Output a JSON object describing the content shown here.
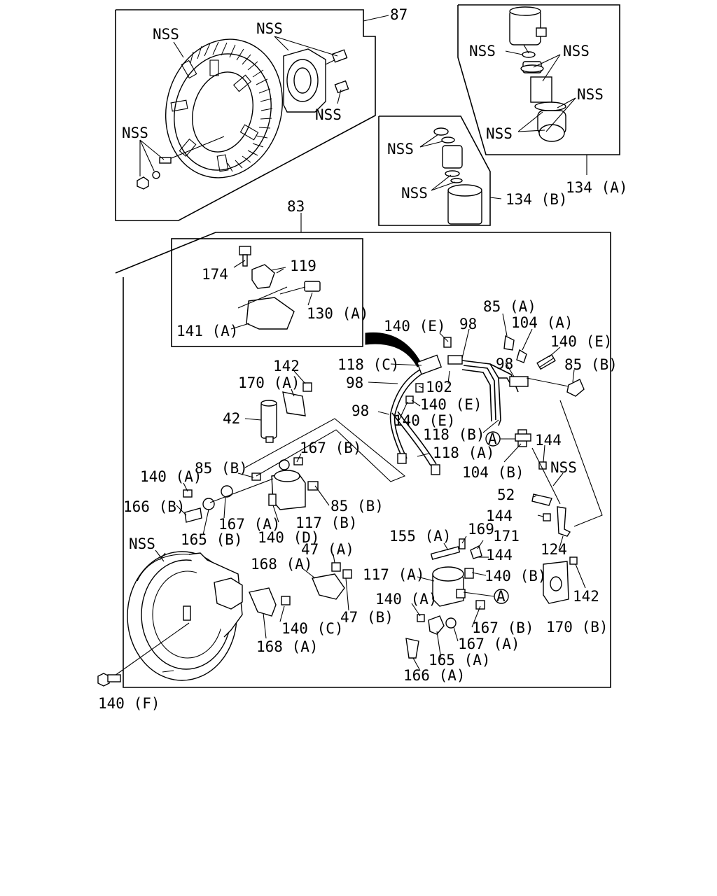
{
  "labels": {
    "l87": "87",
    "l83": "83",
    "l134a": "134 (A)",
    "l134b": "134 (B)",
    "nss": "NSS",
    "l174": "174",
    "l119": "119",
    "l130a": "130 (A)",
    "l141a": "141 (A)",
    "l140e": "140 (E)",
    "l98": "98",
    "l85a": "85 (A)",
    "l104a": "104 (A)",
    "l118c": "118 (C)",
    "l102": "102",
    "l85b": "85 (B)",
    "l118b": "118 (B)",
    "l118a": "118 (A)",
    "l142": "142",
    "l170a": "170 (A)",
    "l42": "42",
    "l167b": "167 (B)",
    "l140a": "140 (A)",
    "l166b": "166 (B)",
    "l167a": "167 (A)",
    "l165b": "165 (B)",
    "l117b": "117 (B)",
    "l140d": "140 (D)",
    "l104b": "104 (B)",
    "l144": "144",
    "l52": "52",
    "l124": "124",
    "l155a": "155 (A)",
    "l169": "169",
    "l171": "171",
    "l117a": "117 (A)",
    "l140b": "140 (B)",
    "l47a": "47 (A)",
    "l47b": "47 (B)",
    "l168a": "168 (A)",
    "l140c": "140 (C)",
    "l170b": "170 (B)",
    "l165a": "165 (A)",
    "l166a": "166 (A)",
    "l140f": "140 (F)",
    "circleA": "A"
  }
}
